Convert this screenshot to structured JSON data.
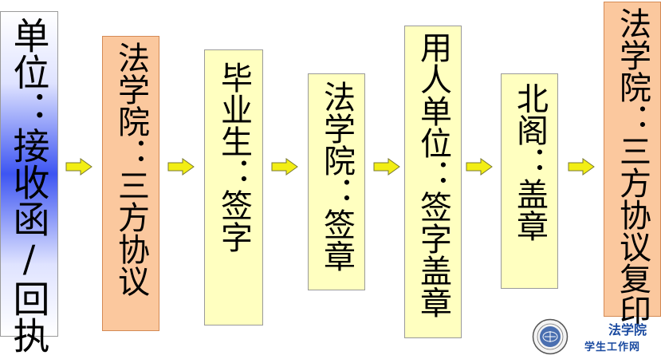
{
  "colors": {
    "step_peach": "#fbc89e",
    "step_yellow": "#ffffc0",
    "step_blue_center": "#3d55f2",
    "arrow_fill": "#f2ee14",
    "arrow_stroke": "#7a7a30",
    "logo_text": "#1a4aa0"
  },
  "steps": [
    {
      "text": "单位：接收函/回执"
    },
    {
      "text": "法学院：三方协议"
    },
    {
      "text": "毕业生：签字"
    },
    {
      "text": "法学院：签章"
    },
    {
      "text": "用人单位：签字盖章"
    },
    {
      "text": "北阁：盖章"
    },
    {
      "text": "法学院：三方协议复印"
    }
  ],
  "logo": {
    "line1": "法学院",
    "line2": "学生工作网",
    "seal_icon": "university-seal-icon"
  }
}
